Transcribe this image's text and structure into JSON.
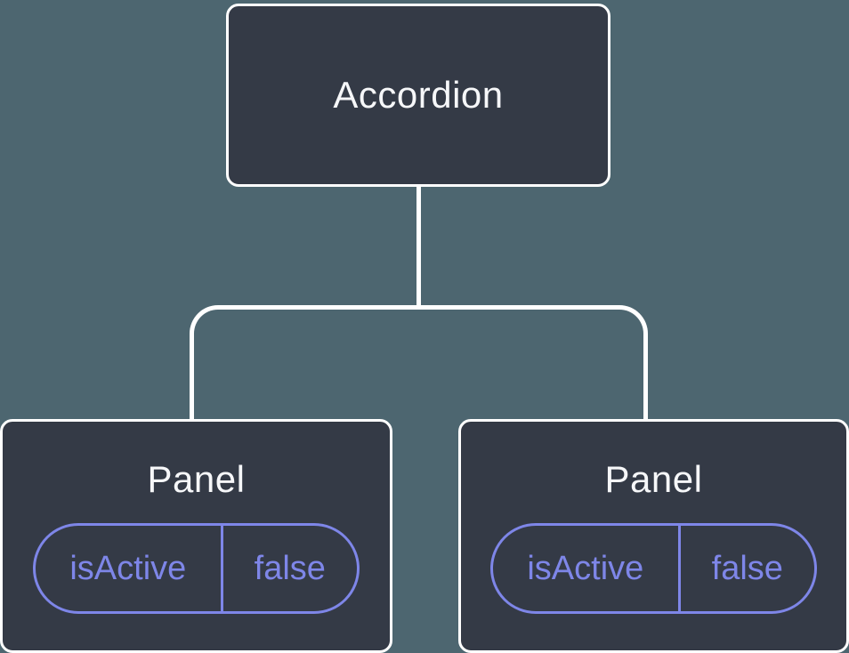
{
  "colors": {
    "background": "#4d6670",
    "node_fill": "#343a46",
    "node_border": "#ffffff",
    "connector": "#ffffff",
    "title_text": "#f6f7f9",
    "state_accent": "#7e86e8"
  },
  "diagram": {
    "type": "component-tree",
    "root": {
      "label": "Accordion"
    },
    "panels": [
      {
        "title": "Panel",
        "state": {
          "key": "isActive",
          "value": "false"
        }
      },
      {
        "title": "Panel",
        "state": {
          "key": "isActive",
          "value": "false"
        }
      }
    ]
  }
}
